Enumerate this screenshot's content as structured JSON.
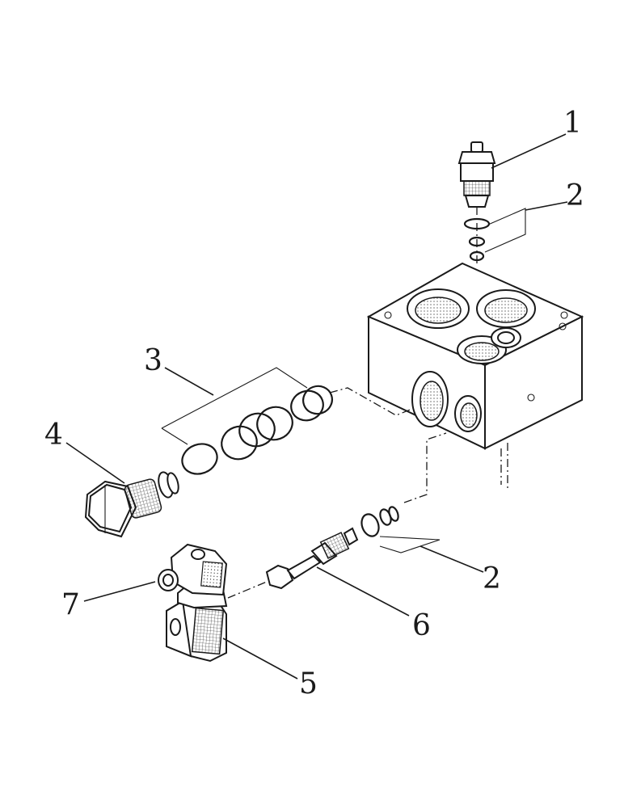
{
  "callouts": [
    {
      "id": "1",
      "text": "1"
    },
    {
      "id": "2a",
      "text": "2"
    },
    {
      "id": "2b",
      "text": "2"
    },
    {
      "id": "3",
      "text": "3"
    },
    {
      "id": "4",
      "text": "4"
    },
    {
      "id": "5",
      "text": "5"
    },
    {
      "id": "6",
      "text": "6"
    },
    {
      "id": "7",
      "text": "7"
    }
  ]
}
